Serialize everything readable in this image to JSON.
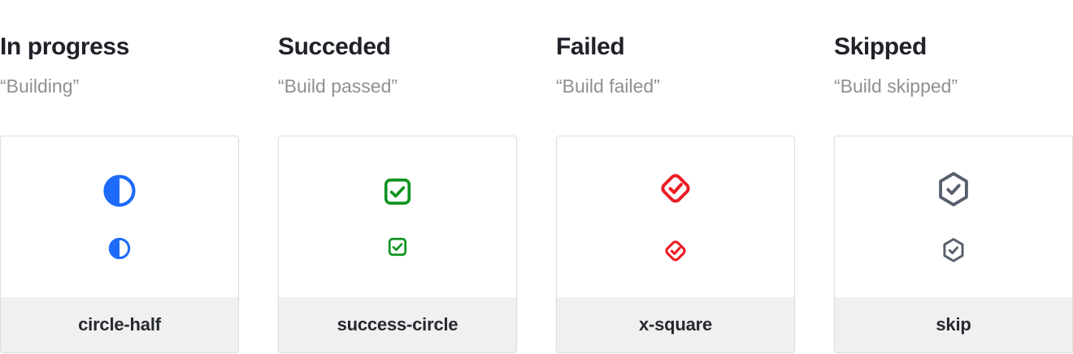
{
  "page": {
    "background": "#FFFFFF"
  },
  "colors": {
    "title_text": "#1F2228",
    "subtitle_text": "#8E9094",
    "card_border": "#DEDEE0",
    "card_background": "#FFFFFF",
    "footer_background": "#F0F0F1",
    "footer_text": "#26292E",
    "in_progress_blue": "#1E6BFA",
    "success_green": "#0E9320",
    "failed_red": "#EC1C24",
    "skipped_gray": "#575F6D"
  },
  "columns": [
    {
      "title": "In progress",
      "subtitle": "“Building”",
      "icon": "circle-half-icon",
      "label": "circle-half"
    },
    {
      "title": "Succeded",
      "subtitle": "“Build passed”",
      "icon": "check-square-icon",
      "label": "success-circle"
    },
    {
      "title": "Failed",
      "subtitle": "“Build failed”",
      "icon": "check-diamond-icon",
      "label": "x-square"
    },
    {
      "title": "Skipped",
      "subtitle": "“Build skipped”",
      "icon": "check-hexagon-icon",
      "label": "skip"
    }
  ]
}
